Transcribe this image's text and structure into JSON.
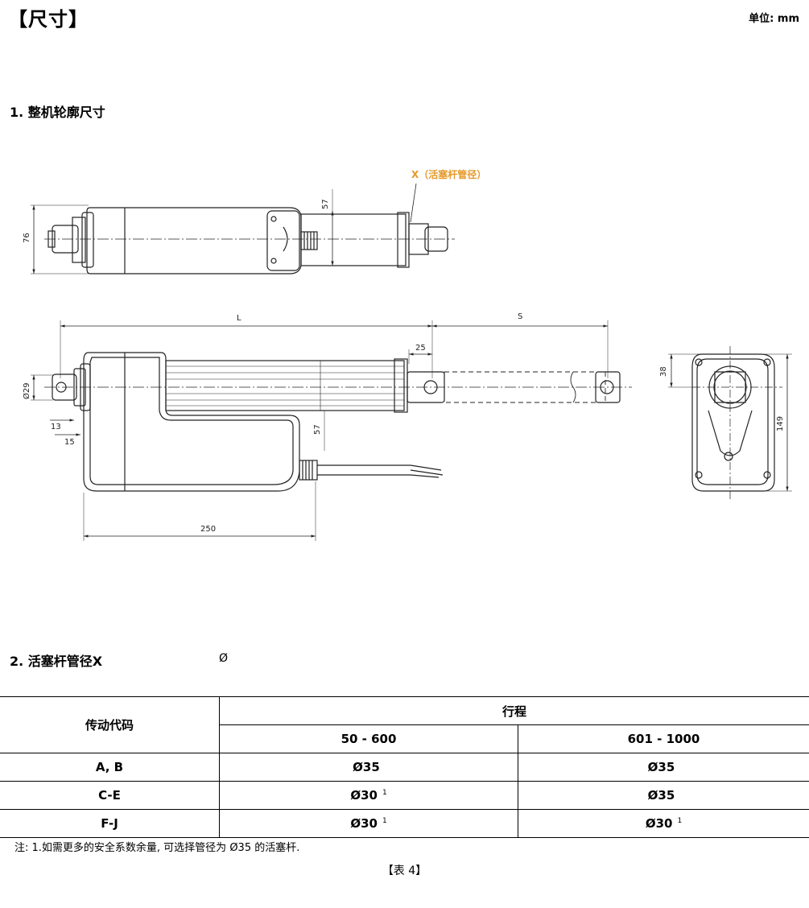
{
  "header": {
    "title": "【尺寸】",
    "unit": "单位: mm"
  },
  "section1": {
    "title": "1.  整机轮廓尺寸"
  },
  "drawing": {
    "callout_label": "X（活塞杆管径）",
    "dims": {
      "top_height": "76",
      "top_tube": "57",
      "L": "L",
      "S": "S",
      "d25": "25",
      "d29": "Ø29",
      "d13": "13",
      "d15": "15",
      "side_57": "57",
      "d250": "250",
      "d38": "38",
      "d149": "149"
    }
  },
  "section2": {
    "title": "2.  活塞杆管径X",
    "symbol": "Ø"
  },
  "table": {
    "col_code": "传动代码",
    "col_stroke": "行程",
    "sub1": "50 - 600",
    "sub2": "601 - 1000",
    "rows": [
      {
        "code": "A, B",
        "v1": "Ø35",
        "v1_sup": "",
        "v2": "Ø35",
        "v2_sup": ""
      },
      {
        "code": "C-E",
        "v1": "Ø30",
        "v1_sup": "1",
        "v2": "Ø35",
        "v2_sup": ""
      },
      {
        "code": "F-J",
        "v1": "Ø30",
        "v1_sup": "1",
        "v2": "Ø30",
        "v2_sup": "1"
      }
    ]
  },
  "note": "注: 1.如需更多的安全系数余量, 可选择管径为 Ø35 的活塞杆.",
  "caption": "【表 4】"
}
